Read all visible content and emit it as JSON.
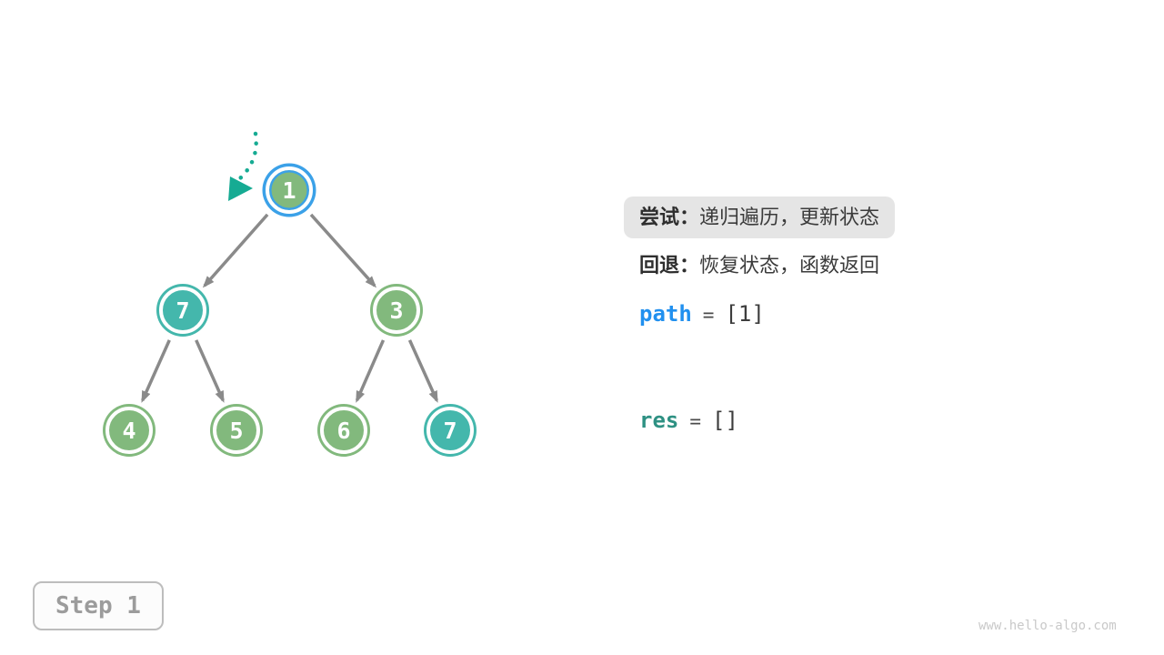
{
  "panel": {
    "try": {
      "label": "尝试：",
      "text": "递归遍历，更新状态"
    },
    "back": {
      "label": "回退：",
      "text": "恢复状态，函数返回"
    },
    "path": {
      "var": "path",
      "op": "=",
      "value": "[1]"
    },
    "res": {
      "var": "res",
      "op": "=",
      "value": "[]"
    }
  },
  "tree": {
    "nodes": [
      {
        "label": "1",
        "state": "current"
      },
      {
        "label": "7",
        "state": "highlight"
      },
      {
        "label": "3",
        "state": "normal"
      },
      {
        "label": "4",
        "state": "normal"
      },
      {
        "label": "5",
        "state": "normal"
      },
      {
        "label": "6",
        "state": "normal"
      },
      {
        "label": "7",
        "state": "highlight"
      }
    ],
    "edges": [
      [
        0,
        1
      ],
      [
        0,
        2
      ],
      [
        1,
        3
      ],
      [
        1,
        4
      ],
      [
        2,
        5
      ],
      [
        2,
        6
      ]
    ],
    "pointer_icon": "dotted-arrow-icon"
  },
  "step_badge": "Step 1",
  "watermark": "www.hello-algo.com",
  "colors": {
    "node_green": "#82b97d",
    "node_teal": "#44b7ac",
    "current_ring_blue": "#3ba1e8",
    "edge_gray": "#8a8a8a",
    "pointer_teal": "#16ab93",
    "path_blue": "#2190ef",
    "res_teal": "#2e9183",
    "hint_bg": "#e5e5e5"
  }
}
